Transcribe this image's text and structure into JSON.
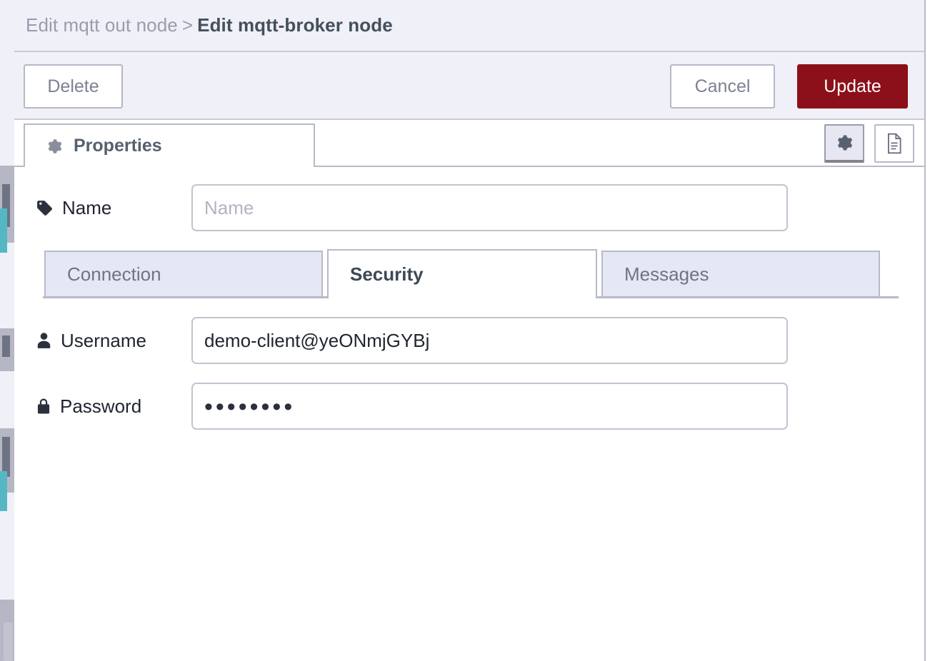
{
  "breadcrumb": {
    "parent": "Edit mqtt out node",
    "separator": ">",
    "current": "Edit mqtt-broker node"
  },
  "toolbar": {
    "delete_label": "Delete",
    "cancel_label": "Cancel",
    "update_label": "Update"
  },
  "tabs": {
    "properties_label": "Properties",
    "icon_buttons": [
      {
        "name": "settings-icon",
        "active": true
      },
      {
        "name": "description-icon",
        "active": false
      }
    ]
  },
  "form": {
    "name": {
      "label": "Name",
      "placeholder": "Name",
      "value": ""
    },
    "username": {
      "label": "Username",
      "value": "demo-client@yeONmjGYBj",
      "placeholder": ""
    },
    "password": {
      "label": "Password",
      "value": "••••••••",
      "placeholder": ""
    }
  },
  "subtabs": [
    {
      "label": "Connection",
      "active": false
    },
    {
      "label": "Security",
      "active": true
    },
    {
      "label": "Messages",
      "active": false
    }
  ],
  "colors": {
    "header_bg": "#f0f0f8",
    "update_red": "#8c1019",
    "border": "#b9bac7",
    "tab_inactive_bg": "#e6e7f4",
    "text_dark": "#1f2430",
    "text_muted": "#7e8190"
  }
}
